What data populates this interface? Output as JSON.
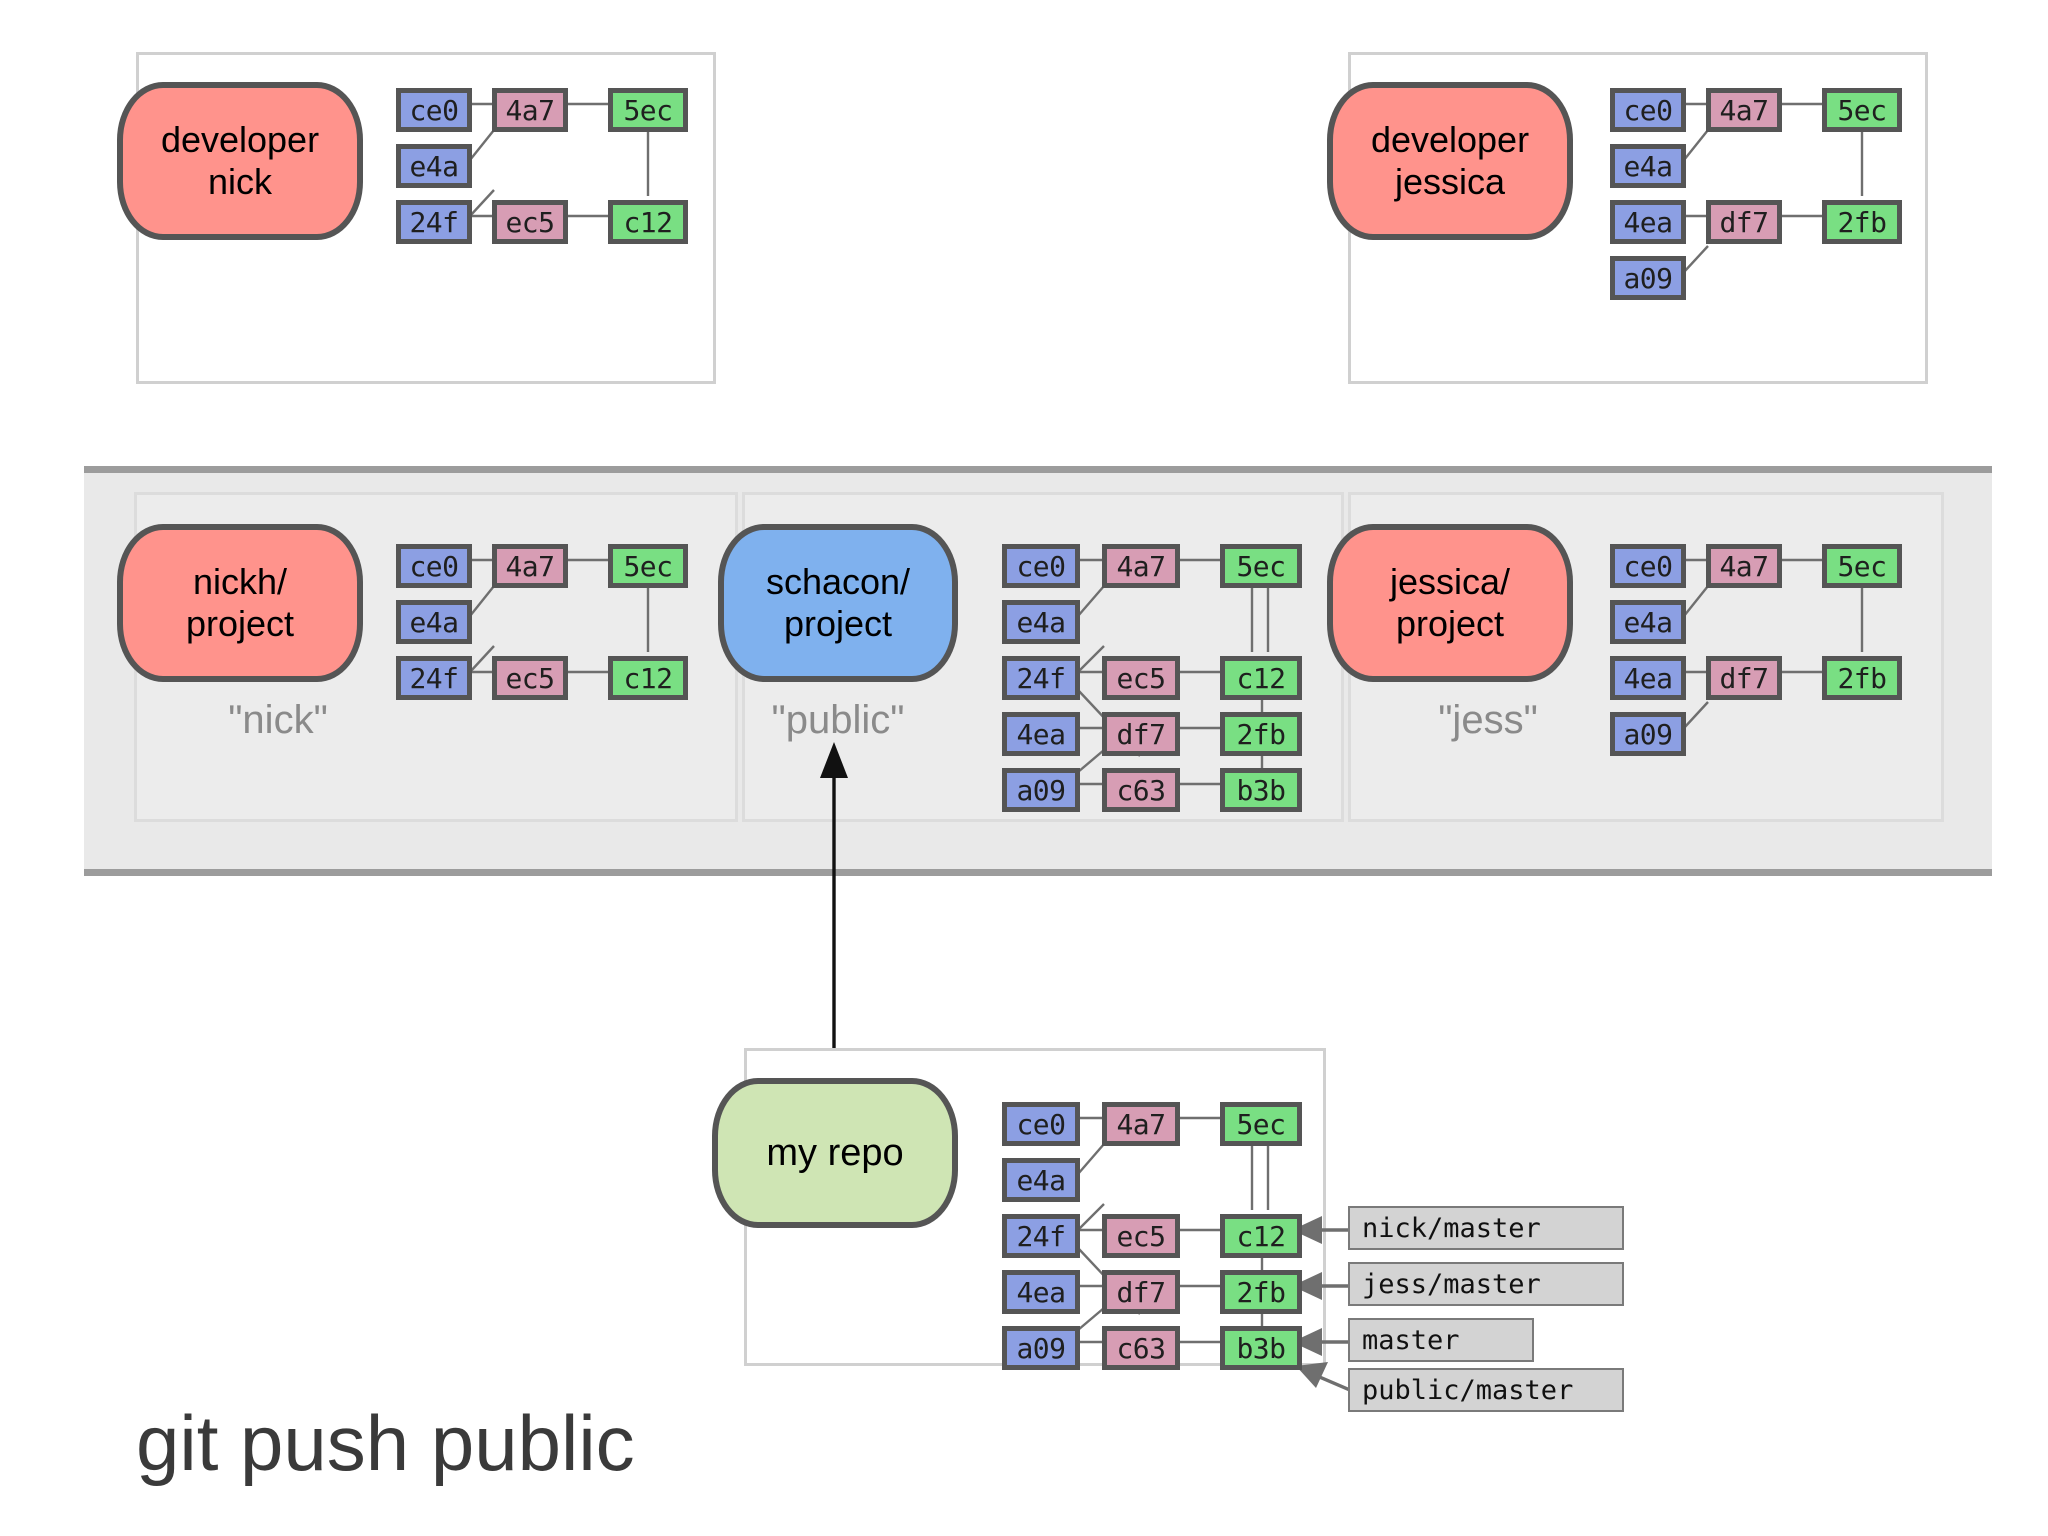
{
  "diagram": {
    "caption": "git push public",
    "commit_colors": {
      "blue": "#8c9fe3",
      "pink": "#d79db4",
      "green": "#79df83",
      "node_border": "#555555",
      "edge": "#6f6f6f"
    },
    "blob_colors": {
      "developer": "#ff938c",
      "server_fork": "#ff938c",
      "public": "#7fb1ee",
      "my_repo": "#cfe5b4"
    }
  },
  "developers": [
    {
      "id": "nick",
      "title_line1": "developer",
      "title_line2": "nick",
      "commits": [
        [
          "ce0",
          "4a7",
          "5ec"
        ],
        [
          "e4a",
          "",
          ""
        ],
        [
          "24f",
          "ec5",
          "c12"
        ]
      ]
    },
    {
      "id": "jessica",
      "title_line1": "developer",
      "title_line2": "jessica",
      "commits": [
        [
          "ce0",
          "4a7",
          "5ec"
        ],
        [
          "e4a",
          "",
          ""
        ],
        [
          "4ea",
          "df7",
          "2fb"
        ],
        [
          "a09",
          "",
          ""
        ]
      ]
    }
  ],
  "server": {
    "repos": [
      {
        "id": "nickh",
        "title_line1": "nickh/",
        "title_line2": "project",
        "remote_name": "\"nick\"",
        "commits": [
          [
            "ce0",
            "4a7",
            "5ec"
          ],
          [
            "e4a",
            "",
            ""
          ],
          [
            "24f",
            "ec5",
            "c12"
          ]
        ]
      },
      {
        "id": "schacon",
        "title_line1": "schacon/",
        "title_line2": "project",
        "remote_name": "\"public\"",
        "commits": [
          [
            "ce0",
            "4a7",
            "5ec"
          ],
          [
            "e4a",
            "",
            ""
          ],
          [
            "24f",
            "ec5",
            "c12"
          ],
          [
            "4ea",
            "df7",
            "2fb"
          ],
          [
            "a09",
            "c63",
            "b3b"
          ]
        ]
      },
      {
        "id": "jessica",
        "title_line1": "jessica/",
        "title_line2": "project",
        "remote_name": "\"jess\"",
        "commits": [
          [
            "ce0",
            "4a7",
            "5ec"
          ],
          [
            "e4a",
            "",
            ""
          ],
          [
            "4ea",
            "df7",
            "2fb"
          ],
          [
            "a09",
            "",
            ""
          ]
        ]
      }
    ]
  },
  "my_repo": {
    "title": "my repo",
    "commits": [
      [
        "ce0",
        "4a7",
        "5ec"
      ],
      [
        "e4a",
        "",
        ""
      ],
      [
        "24f",
        "ec5",
        "c12"
      ],
      [
        "4ea",
        "df7",
        "2fb"
      ],
      [
        "a09",
        "c63",
        "b3b"
      ]
    ],
    "refs": [
      {
        "label": "nick/master",
        "target": "c12"
      },
      {
        "label": "jess/master",
        "target": "2fb"
      },
      {
        "label": "master",
        "target": "b3b"
      },
      {
        "label": "public/master",
        "target": "b3b"
      }
    ]
  }
}
